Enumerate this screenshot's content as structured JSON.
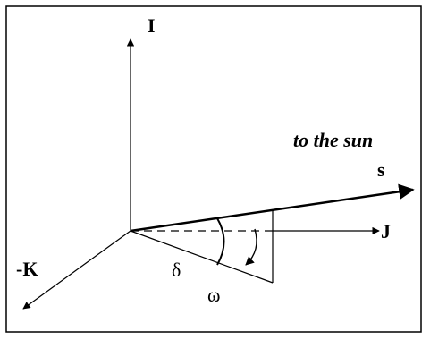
{
  "diagram": {
    "labels": {
      "axis_i": "I",
      "axis_j": "J",
      "axis_neg_k": "-K",
      "vector_s": "s",
      "sun_caption": "to the sun",
      "angle_delta": "δ",
      "angle_omega": "ω"
    },
    "colors": {
      "stroke": "#000000",
      "background": "#ffffff"
    }
  }
}
